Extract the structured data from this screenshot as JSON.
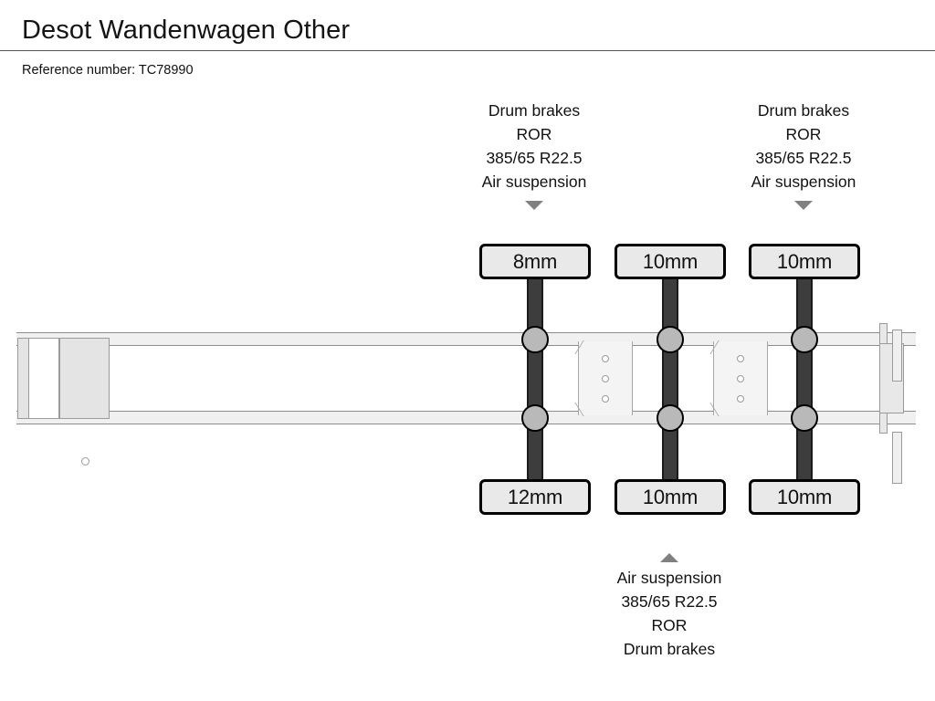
{
  "header": {
    "title": "Desot Wandenwagen Other",
    "reference_label": "Reference number: TC78990"
  },
  "diagram": {
    "vehicle_type": "semi-trailer-chassis-top-view",
    "spec_groups": [
      {
        "id": "top-axle-2",
        "position": "top",
        "arrow": "arrow-down",
        "lines": [
          "Drum brakes",
          "ROR",
          "385/65 R22.5",
          "Air suspension"
        ]
      },
      {
        "id": "top-axle-3",
        "position": "top",
        "arrow": "arrow-down",
        "lines": [
          "Drum brakes",
          "ROR",
          "385/65 R22.5",
          "Air suspension"
        ]
      },
      {
        "id": "bottom-axle-2",
        "position": "bottom",
        "arrow": "arrow-up",
        "lines": [
          "Air suspension",
          "385/65 R22.5",
          "ROR",
          "Drum brakes"
        ]
      }
    ],
    "axles": [
      {
        "id": "axle-1",
        "top_tread": "8mm",
        "bottom_tread": "12mm"
      },
      {
        "id": "axle-2",
        "top_tread": "10mm",
        "bottom_tread": "10mm"
      },
      {
        "id": "axle-3",
        "top_tread": "10mm",
        "bottom_tread": "10mm"
      }
    ],
    "colors": {
      "rail_fill": "#f0f0f0",
      "rail_stroke": "#8c8c8c",
      "axle_bar": "#3d3d3d",
      "hub_fill": "#b9b9b9",
      "badge_fill": "#e9e9e9",
      "badge_border": "#000000",
      "arrow": "#808080",
      "text": "#111111"
    }
  }
}
